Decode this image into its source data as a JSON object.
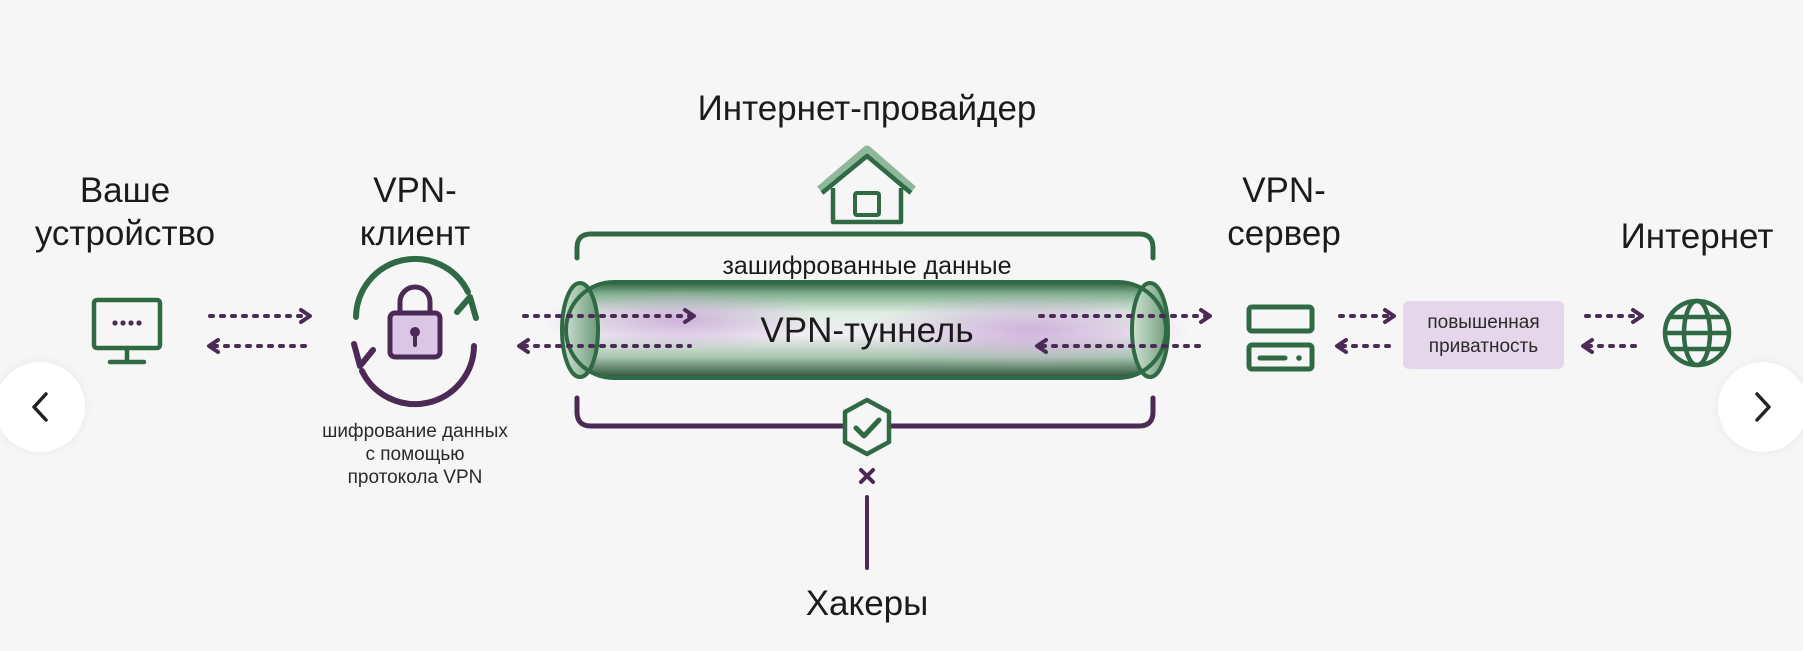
{
  "colors": {
    "green": "#2f6a45",
    "purple": "#4b2a56",
    "lavender": "#e6d6ec",
    "lock_fill": "#dcc6e6",
    "background": "#f6f6f6"
  },
  "nodes": {
    "device": {
      "label_line1": "Ваше",
      "label_line2": "устройство",
      "icon": "monitor-icon"
    },
    "client": {
      "label_line1": "VPN-",
      "label_line2": "клиент",
      "icon": "lock-icon"
    },
    "provider": {
      "label": "Интернет-провайдер",
      "icon": "house-icon"
    },
    "server": {
      "label_line1": "VPN-",
      "label_line2": "сервер",
      "icon": "server-icon"
    },
    "internet": {
      "label": "Интернет",
      "icon": "globe-icon"
    },
    "hackers": {
      "label": "Хакеры",
      "icons": [
        "shield-check-icon",
        "cross-icon"
      ]
    }
  },
  "tunnel": {
    "label": "VPN-туннель",
    "encrypted_caption": "зашифрованные данные"
  },
  "encryption_note": {
    "line1": "шифрование данных",
    "line2": "с помощью",
    "line3": "протокола VPN"
  },
  "privacy_badge": {
    "line1": "повышенная",
    "line2": "приватность"
  },
  "navigation": {
    "prev_icon": "chevron-left-icon",
    "next_icon": "chevron-right-icon"
  }
}
